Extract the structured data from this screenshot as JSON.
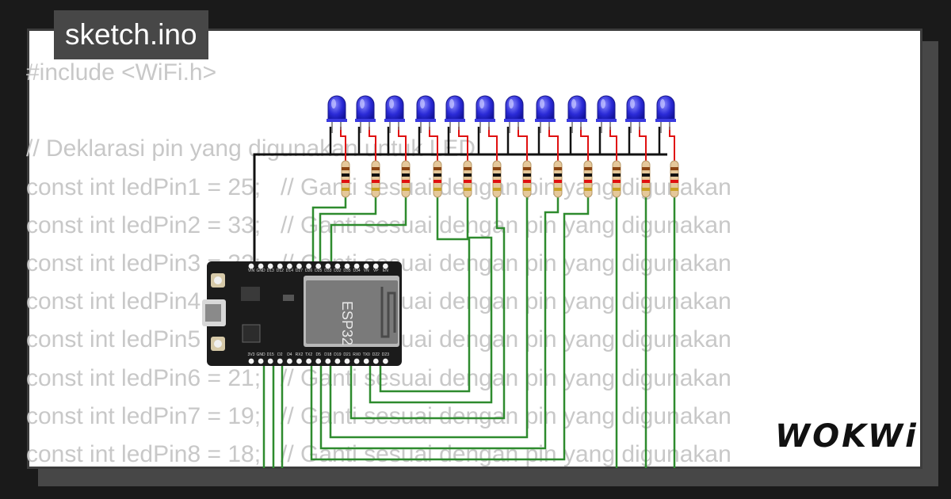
{
  "title": "sketch.ino",
  "code_lines": [
    "#include <WiFi.h>",
    "",
    "// Deklarasi pin yang digunakan untuk LED",
    "const int ledPin1 = 25;   // Ganti sesuai dengan pin yang digunakan",
    "const int ledPin2 = 33;   // Ganti sesuai dengan pin yang digunakan",
    "const int ledPin3 = 32;   // Ganti sesuai dengan pin yang digunakan",
    "const int ledPin4 = 23;   // Ganti sesuai dengan pin yang digunakan",
    "const int ledPin5 = 22;   // Ganti sesuai dengan pin yang digunakan",
    "const int ledPin6 = 21;   // Ganti sesuai dengan pin yang digunakan",
    "const int ledPin7 = 19;   // Ganti sesuai dengan pin yang digunakan",
    "const int ledPin8 = 18;   // Ganti sesuai dengan pin yang digunakan"
  ],
  "board": {
    "chip_label": "ESP32",
    "top_pins": [
      "VIN",
      "GND",
      "D13",
      "D12",
      "D14",
      "D27",
      "D26",
      "D25",
      "D33",
      "D32",
      "D35",
      "D34",
      "VN",
      "VP",
      "EN"
    ],
    "bottom_pins": [
      "3V3",
      "GND",
      "D15",
      "D2",
      "D4",
      "RX2",
      "TX2",
      "D5",
      "D18",
      "D19",
      "D21",
      "RX0",
      "TX0",
      "D22",
      "D23"
    ]
  },
  "led_count": 12,
  "colors": {
    "background": "#1a1a1a",
    "card": "#ffffff",
    "title_bg": "#474747",
    "code_text": "#c8c8c8",
    "led_blue": "#2a2ad6",
    "wire_green": "#2e8b2e",
    "wire_red": "#e01010",
    "board": "#1b1b1b"
  },
  "brand": "WOKWi"
}
